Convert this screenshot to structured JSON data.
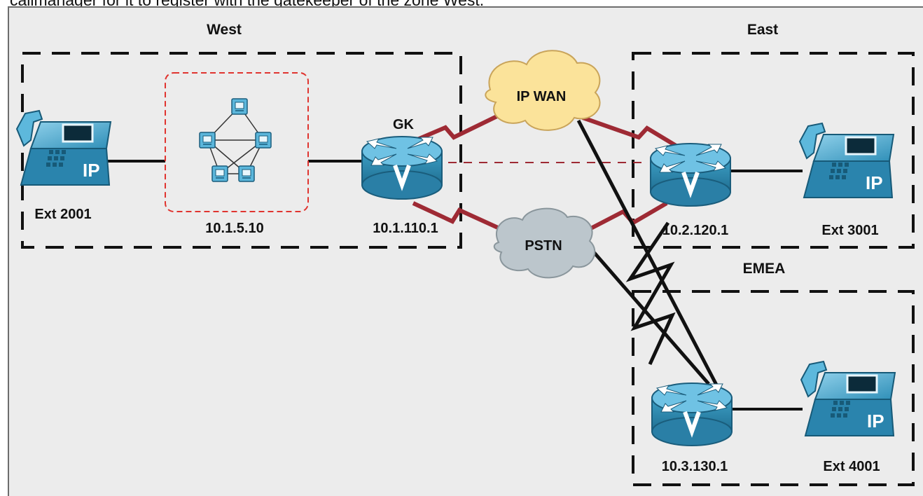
{
  "caption": "callmanager for it to register with the gatekeeper of the zone West.",
  "zones": {
    "west": "West",
    "east": "East",
    "emea": "EMEA"
  },
  "clouds": {
    "ip_wan": "IP WAN",
    "pstn": "PSTN"
  },
  "nodes": {
    "phone_west": "Ext 2001",
    "callmanager": "10.1.5.10",
    "gatekeeper_tag": "GK",
    "router_west": "10.1.110.1",
    "router_east": "10.2.120.1",
    "phone_east": "Ext 3001",
    "router_emea": "10.3.130.1",
    "phone_emea": "Ext 4001"
  },
  "phone_badge": "IP",
  "router_badge": "V",
  "colors": {
    "wan_link": "#9e2a34",
    "pstn_link": "#111111",
    "ip_wan_cloud": "#fbe39a",
    "pstn_cloud": "#bcc6cc",
    "device_blue": "#3d9fc5",
    "background": "#ececec"
  }
}
